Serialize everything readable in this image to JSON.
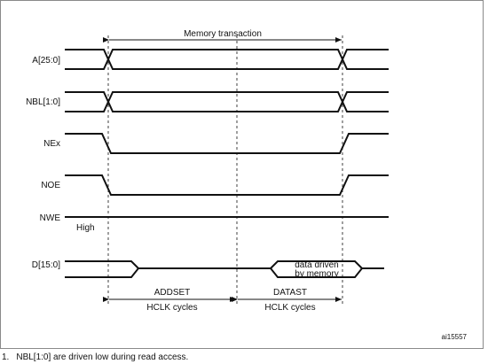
{
  "signals": [
    {
      "name": "A[25:0]"
    },
    {
      "name": "NBL[1:0]"
    },
    {
      "name": "NEx"
    },
    {
      "name": "NOE"
    },
    {
      "name": "NWE",
      "sublabel": "High"
    },
    {
      "name": "D[15:0]"
    }
  ],
  "annotations": {
    "memory_transaction": "Memory transaction",
    "addset_line1": "ADDSET",
    "addset_line2": "HCLK cycles",
    "datast_line1": "DATAST",
    "datast_line2": "HCLK cycles",
    "data_driven_line1": "data driven",
    "data_driven_line2": "by memory",
    "figure_id": "ai15557"
  },
  "footnote": {
    "number": "1.",
    "text": "NBL[1:0] are driven low during read access."
  }
}
